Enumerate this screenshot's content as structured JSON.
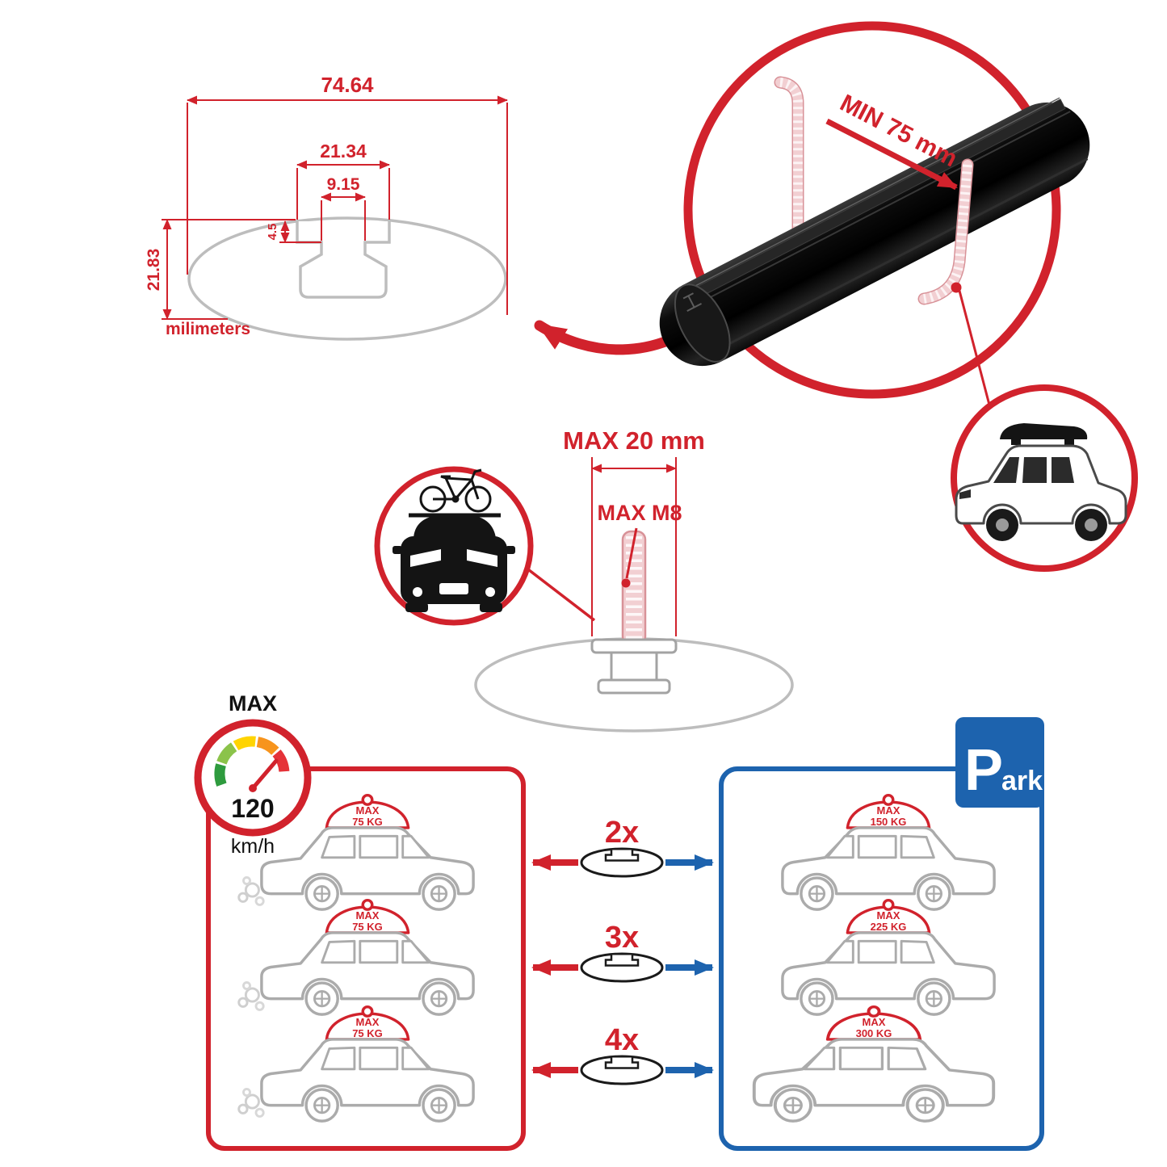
{
  "colors": {
    "accent_red": "#d1222c",
    "accent_blue": "#1d63ae",
    "thread_pink": "#f2cfd2",
    "profile_gray": "#bdbdbd",
    "bar_black": "#0d0d0d"
  },
  "dims": {
    "total_width": "74.64",
    "slot_outer_width": "21.34",
    "slot_inner_width": "9.15",
    "lip_depth": "4.5",
    "total_height": "21.83",
    "units_label": "milimeters"
  },
  "clamp": {
    "min_grip_label": "MIN 75 mm"
  },
  "bolt": {
    "max_width_label": "MAX 20 mm",
    "max_thread_label": "MAX M8"
  },
  "speed": {
    "max_label": "MAX",
    "value": "120",
    "unit": "km/h"
  },
  "park_sign": {
    "initial": "P",
    "rest": "ark"
  },
  "rows": {
    "multipliers": [
      "2x",
      "3x",
      "4x"
    ],
    "left_cars": [
      {
        "label": "MAX",
        "weight": "75 KG"
      },
      {
        "label": "MAX",
        "weight": "75 KG"
      },
      {
        "label": "MAX",
        "weight": "75 KG"
      }
    ],
    "right_cars": [
      {
        "label": "MAX",
        "weight": "150 KG"
      },
      {
        "label": "MAX",
        "weight": "225 KG"
      },
      {
        "label": "MAX",
        "weight": "300 KG"
      }
    ]
  }
}
